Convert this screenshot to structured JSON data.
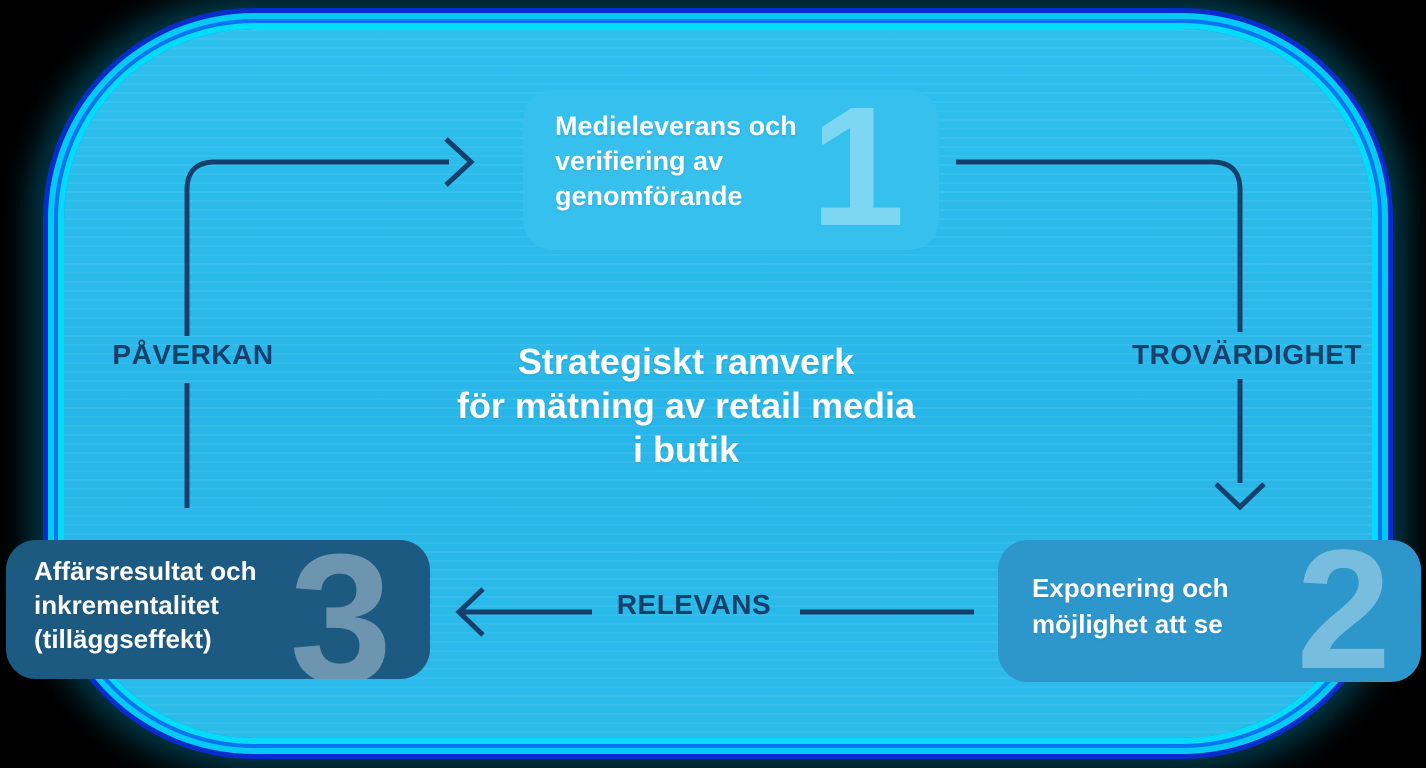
{
  "title": {
    "text": "Strategiskt ramverk\nför mätning av retail media\ni butik"
  },
  "nodes": [
    {
      "number": "1",
      "label": "Medieleverans och\nverifiering av\ngenomförande"
    },
    {
      "number": "2",
      "label": "Exponering och\nmöjlighet att se"
    },
    {
      "number": "3",
      "label": "Affärsresultat och\ninkrementalitet\n(tilläggseffekt)"
    }
  ],
  "edges": {
    "left": "PÅVERKAN",
    "right": "TROVÄRDIGHET",
    "bottom": "RELEVANS"
  },
  "colors": {
    "canvas": "#000000",
    "panel_fill": "#29b8e9",
    "glow_cyan": "#00eeff",
    "glow_blue": "#0a3cf0",
    "node1_bg": "#35c0ed",
    "node2_bg": "#2d97cc",
    "node3_bg": "#1d5a82",
    "node_text": "#ffffff",
    "number_tint": "rgba(255,255,255,0.36)",
    "arrow_and_label": "#14406b"
  }
}
